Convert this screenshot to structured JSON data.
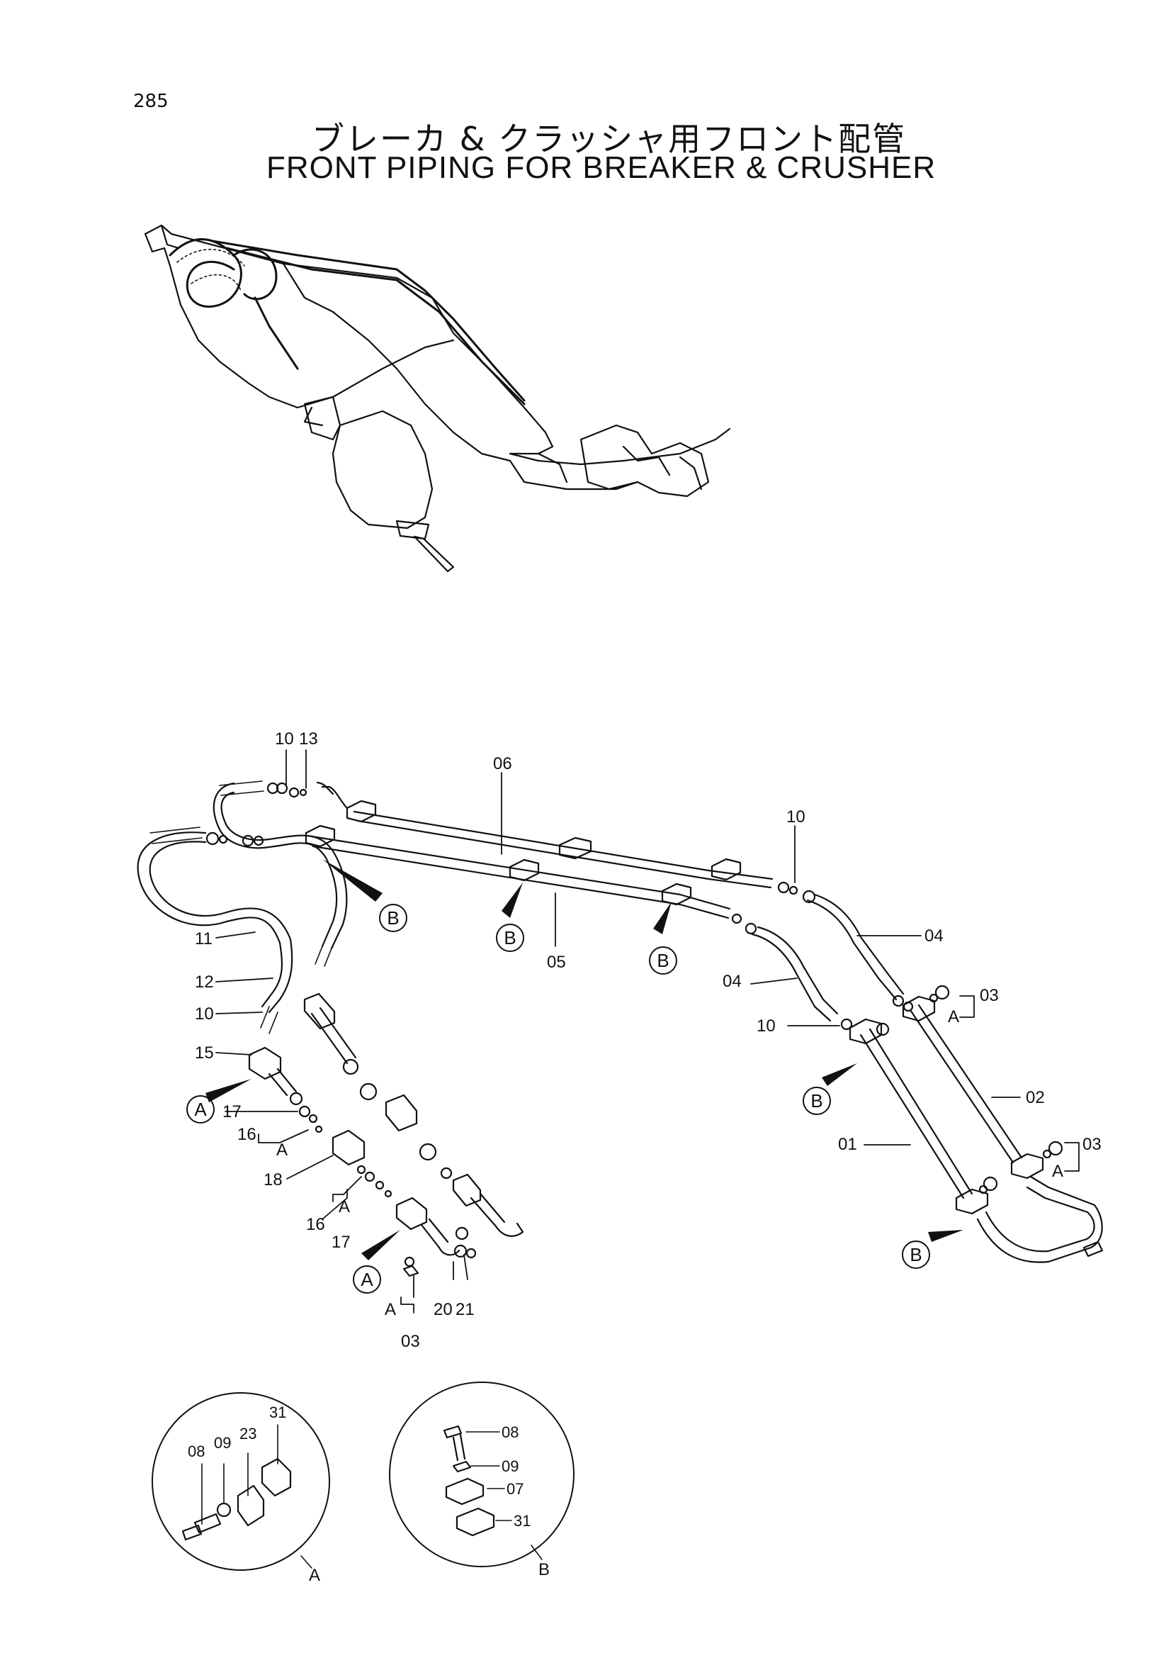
{
  "page_number": "285",
  "title_jp": "ブレーカ & クラッシャ用フロント配管",
  "title_en": "FRONT PIPING FOR BREAKER & CRUSHER",
  "callouts": [
    {
      "id": "10a",
      "text": "10"
    },
    {
      "id": "13",
      "text": "13"
    },
    {
      "id": "06",
      "text": "06"
    },
    {
      "id": "10b",
      "text": "10"
    },
    {
      "id": "04a",
      "text": "04"
    },
    {
      "id": "05",
      "text": "05"
    },
    {
      "id": "04b",
      "text": "04"
    },
    {
      "id": "03a",
      "text": "03"
    },
    {
      "id": "Aa",
      "text": "A"
    },
    {
      "id": "10c",
      "text": "10"
    },
    {
      "id": "02",
      "text": "02"
    },
    {
      "id": "03b",
      "text": "03"
    },
    {
      "id": "Ab",
      "text": "A"
    },
    {
      "id": "01",
      "text": "01"
    },
    {
      "id": "11",
      "text": "11"
    },
    {
      "id": "12",
      "text": "12"
    },
    {
      "id": "10d",
      "text": "10"
    },
    {
      "id": "15",
      "text": "15"
    },
    {
      "id": "17a",
      "text": "17"
    },
    {
      "id": "16a",
      "text": "16"
    },
    {
      "id": "Ac",
      "text": "A"
    },
    {
      "id": "18",
      "text": "18"
    },
    {
      "id": "Ad",
      "text": "A"
    },
    {
      "id": "16b",
      "text": "16"
    },
    {
      "id": "17b",
      "text": "17"
    },
    {
      "id": "Ae",
      "text": "A"
    },
    {
      "id": "03c",
      "text": "03"
    },
    {
      "id": "20",
      "text": "20"
    },
    {
      "id": "21",
      "text": "21"
    }
  ],
  "view_refs": [
    {
      "id": "B1",
      "text": "B"
    },
    {
      "id": "B2",
      "text": "B"
    },
    {
      "id": "B3",
      "text": "B"
    },
    {
      "id": "B4",
      "text": "B"
    },
    {
      "id": "B5",
      "text": "B"
    },
    {
      "id": "A1",
      "text": "A"
    },
    {
      "id": "A2",
      "text": "A"
    }
  ],
  "detail_A": {
    "caption": "A",
    "labels": [
      {
        "id": "08",
        "text": "08"
      },
      {
        "id": "09",
        "text": "09"
      },
      {
        "id": "23",
        "text": "23"
      },
      {
        "id": "31",
        "text": "31"
      }
    ]
  },
  "detail_B": {
    "caption": "B",
    "labels": [
      {
        "id": "08",
        "text": "08"
      },
      {
        "id": "09",
        "text": "09"
      },
      {
        "id": "07",
        "text": "07"
      },
      {
        "id": "31",
        "text": "31"
      }
    ]
  }
}
